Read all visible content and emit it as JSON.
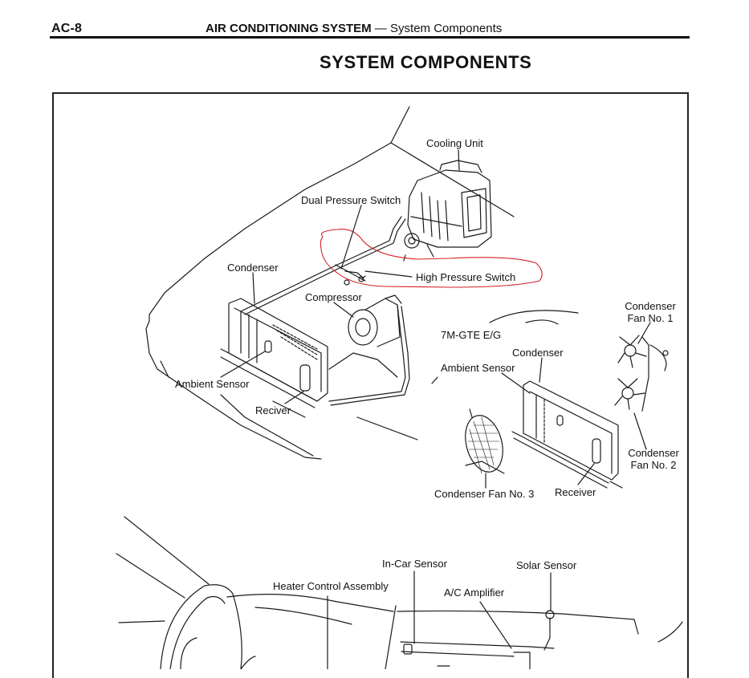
{
  "header": {
    "section_code": "AC-8",
    "chapter": "AIR CONDITIONING SYSTEM",
    "separator": "—",
    "subsection": "System Components"
  },
  "page_title": "SYSTEM COMPONENTS",
  "annotation": {
    "color": "#d21f26",
    "note": "Hand-drawn red outline around Dual Pressure Switch / High Pressure Switch area"
  },
  "engine_bay": {
    "labels": {
      "cooling_unit": "Cooling Unit",
      "dual_pressure_switch": "Dual Pressure Switch",
      "high_pressure_switch": "High Pressure Switch",
      "condenser": "Condenser",
      "compressor": "Compressor",
      "ambient_sensor": "Ambient Sensor",
      "receiver": "Reciver"
    }
  },
  "variant_7m": {
    "engine": "7M-GTE E/G",
    "labels": {
      "condenser": "Condenser",
      "ambient_sensor": "Ambient Sensor",
      "condenser_fan_1_line1": "Condenser",
      "condenser_fan_1_line2": "Fan No. 1",
      "condenser_fan_2_line1": "Condenser",
      "condenser_fan_2_line2": "Fan No. 2",
      "condenser_fan_3": "Condenser Fan No. 3",
      "receiver": "Receiver"
    }
  },
  "dashboard": {
    "labels": {
      "in_car_sensor": "In-Car Sensor",
      "solar_sensor": "Solar Sensor",
      "heater_control_assembly": "Heater Control Assembly",
      "ac_amplifier": "A/C Amplifier"
    }
  }
}
